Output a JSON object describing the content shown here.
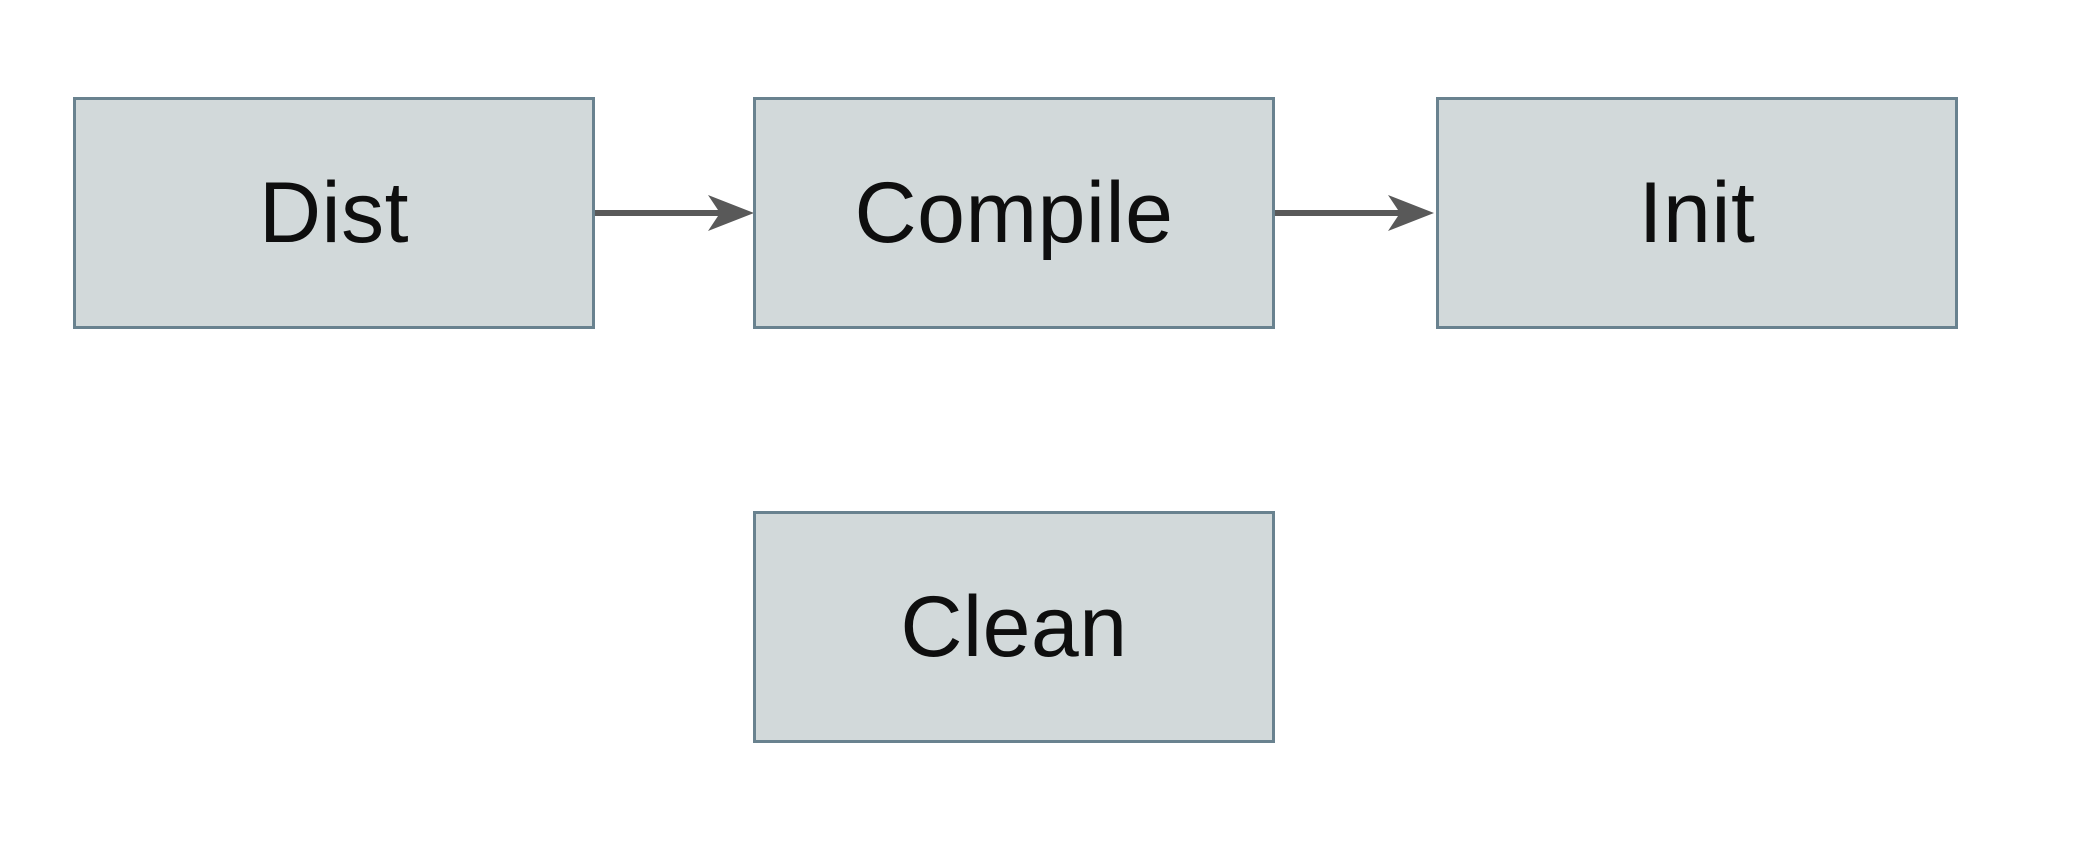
{
  "diagram": {
    "nodes": [
      {
        "id": "dist",
        "label": "Dist"
      },
      {
        "id": "compile",
        "label": "Compile"
      },
      {
        "id": "init",
        "label": "Init"
      },
      {
        "id": "clean",
        "label": "Clean"
      }
    ],
    "edges": [
      {
        "from": "Dist",
        "to": "Compile",
        "style": "arrow-right"
      },
      {
        "from": "Compile",
        "to": "Init",
        "style": "arrow-right"
      }
    ],
    "colors": {
      "background": "#ffffff",
      "node_fill": "#d2d9da",
      "node_border": "#69828f",
      "arrow": "#595959",
      "text": "#0e0e0e"
    }
  }
}
